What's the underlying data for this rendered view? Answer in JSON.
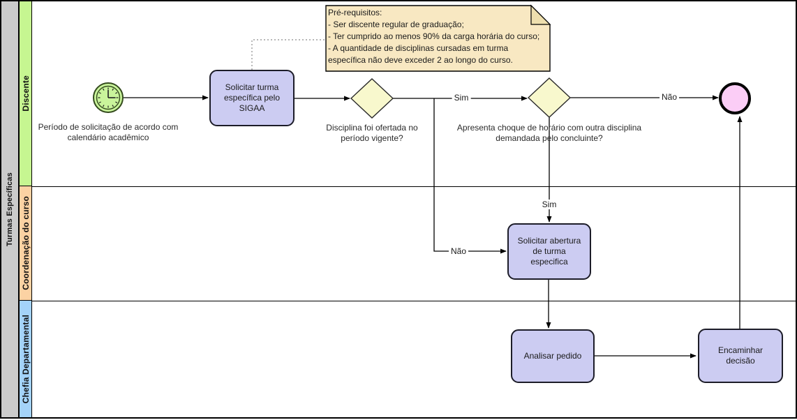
{
  "pool": {
    "label": "Turmas Específicas"
  },
  "lanes": [
    {
      "label": "Discente",
      "color": "#c6f691"
    },
    {
      "label": "Coordenação do curso",
      "color": "#fbd2a3"
    },
    {
      "label": "Chefia Departamental",
      "color": "#a4d3f9"
    }
  ],
  "nodes": {
    "timer_event": {
      "label": "Período de solicitação de acordo com calendário acadêmico"
    },
    "task_solicitar_sigaa": {
      "label": "Solicitar turma específica pelo SIGAA"
    },
    "annotation": {
      "lines": [
        "Pré-requisitos:",
        "- Ser discente regular de graduação;",
        "- Ter cumprido ao menos 90% da carga horária do curso;",
        "- A quantidade de disciplinas cursadas em turma específica não deve exceder 2 ao longo do curso."
      ]
    },
    "gateway_oferta": {
      "label": "Disciplina foi ofertada no período vigente?"
    },
    "gateway_choque": {
      "label": "Apresenta choque de horário com outra disciplina demandada pelo concluinte?"
    },
    "task_solicitar_abertura": {
      "label": "Solicitar abertura de turma especifica"
    },
    "task_analisar": {
      "label": "Analisar pedido"
    },
    "task_encaminhar": {
      "label": "Encaminhar decisão"
    }
  },
  "edge_labels": {
    "sim_gateway1": "Sim",
    "nao_gateway1": "Não",
    "sim_gateway2": "Sim",
    "nao_gateway2": "Não"
  },
  "colors": {
    "pool_header_fill": "#cbcbcb",
    "task_fill": "#ccccf2",
    "task_border": "#1c1c28",
    "diamond_fill": "#f8f8cd",
    "note_fill": "#f8e8c2",
    "note_fold": "#eedfae",
    "timer_fill": "#c9f49b",
    "timer_stroke": "#344b1e",
    "end_fill": "#fbcdf6",
    "line": "#000000"
  }
}
